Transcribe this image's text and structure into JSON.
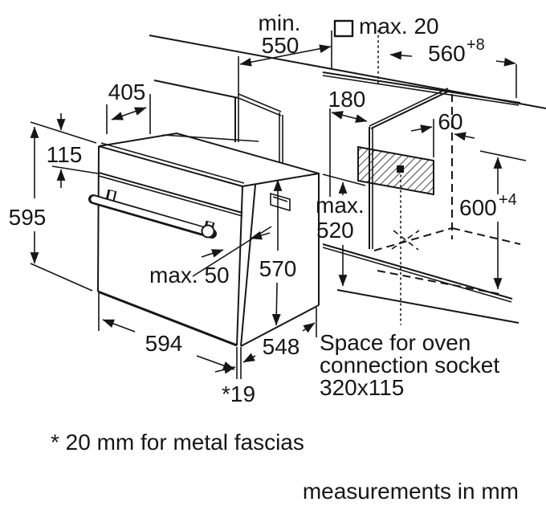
{
  "diagram": {
    "title_hint": "oven installation dimensions",
    "units_note": "measurements in mm",
    "footnote": "* 20 mm for metal fascias",
    "dimensions": {
      "min_550_word": "min.",
      "min_550_value": "550",
      "max_20": "max. 20",
      "w560_value": "560",
      "w560_tolerance": "+8",
      "d405": "405",
      "d115": "115",
      "d595": "595",
      "d180": "180",
      "d60": "60",
      "max_520_word": "max.",
      "max_520_value": "520",
      "d570": "570",
      "max_50": "max. 50",
      "d594": "594",
      "d548": "548",
      "h600_value": "600",
      "h600_tolerance": "+4",
      "d19": "*19"
    },
    "socket_note": {
      "line1": "Space for oven",
      "line2": "connection socket",
      "line3": "320x115"
    },
    "icons": {
      "max_20_marker": "square-outline-icon"
    },
    "colors": {
      "line": "#161616",
      "background": "#ffffff"
    }
  }
}
